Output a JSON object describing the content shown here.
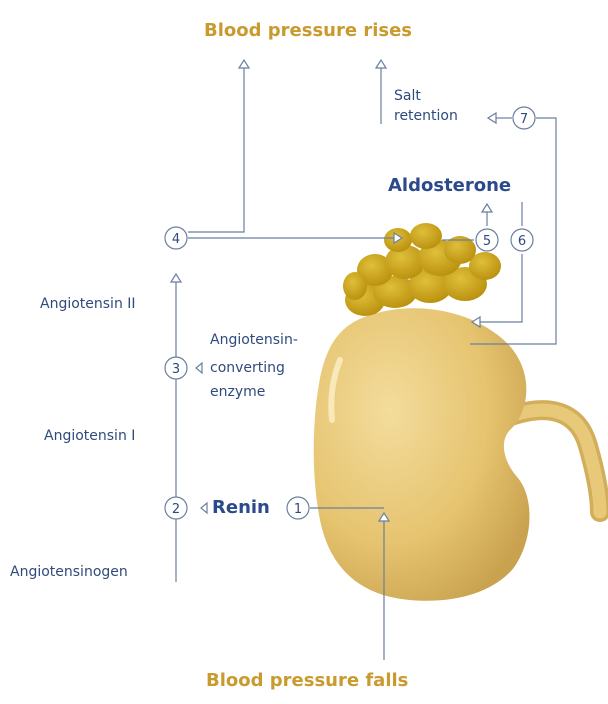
{
  "titles": {
    "top": "Blood pressure rises",
    "bottom": "Blood pressure falls"
  },
  "labels": {
    "angiotensin_ii": "Angiotensin II",
    "angiotensin_i": "Angiotensin I",
    "angiotensinogen": "Angiotensinogen",
    "ace_line1": "Angiotensin-",
    "ace_line2": "converting",
    "ace_line3": "enzyme",
    "renin": "Renin",
    "aldosterone": "Aldosterone",
    "salt_line1": "Salt",
    "salt_line2": "retention"
  },
  "steps": [
    "1",
    "2",
    "3",
    "4",
    "5",
    "6",
    "7"
  ],
  "colors": {
    "line": "#6b7f9e",
    "text_blue": "#2f4b7c",
    "title_gold": "#c99a2e",
    "kidney": "#e9c978",
    "adrenal": "#c79e12"
  }
}
